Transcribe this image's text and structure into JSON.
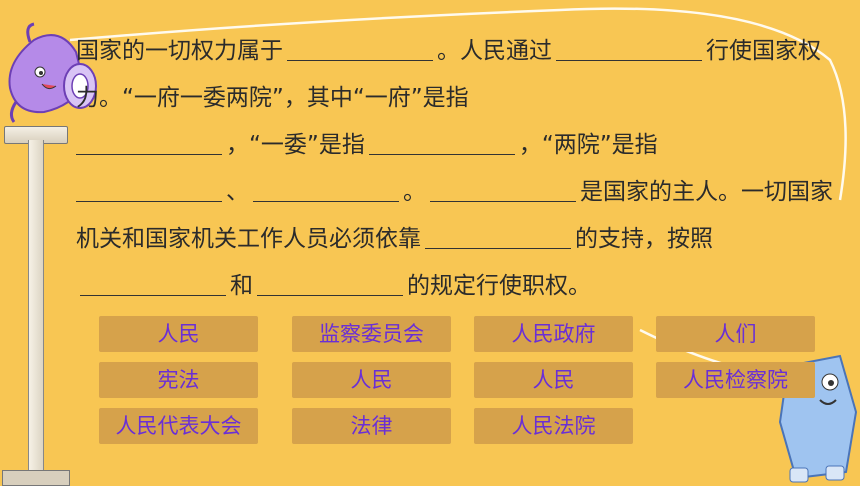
{
  "passage": {
    "s1": "国家的一切权力属于",
    "s2": "。人民通过",
    "s3": "行使国家权力。“一府一委两院”，其中“一府”是指",
    "s4": "，“一委”是指",
    "s5": "，“两院”是指",
    "s6": "、",
    "s7": "。",
    "s8": "是国家的主人。一切国家机关和国家机关工作人员必须依靠",
    "s9": "的支持，按照",
    "s10": "和",
    "s11": "的规定行使职权。"
  },
  "options": [
    {
      "label": "人民"
    },
    {
      "label": "监察委员会"
    },
    {
      "label": "人民政府"
    },
    {
      "label": "人们"
    },
    {
      "label": "宪法"
    },
    {
      "label": "人民"
    },
    {
      "label": "人民"
    },
    {
      "label": "人民检察院"
    },
    {
      "label": "人民代表大会"
    },
    {
      "label": "法律"
    },
    {
      "label": "人民法院"
    }
  ],
  "colors": {
    "background": "#F8C653",
    "chip": "#D6A24B",
    "chip_text": "#6A2FD6"
  }
}
